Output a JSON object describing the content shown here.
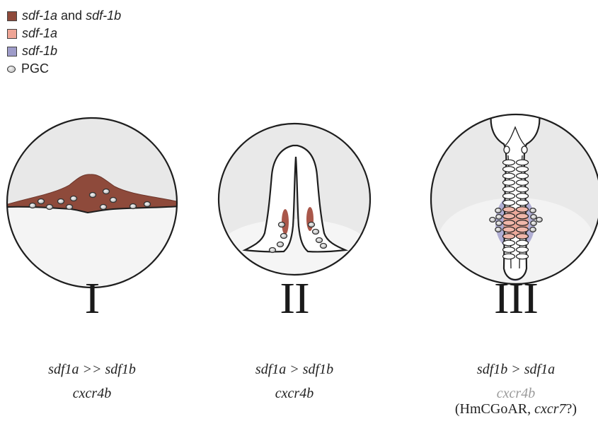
{
  "legend": {
    "items": [
      {
        "type": "swatch",
        "color": "#8e4a3b",
        "parts": [
          {
            "t": "sdf-1a",
            "i": true
          },
          {
            "t": " and ",
            "i": false
          },
          {
            "t": "sdf-1b",
            "i": true
          }
        ]
      },
      {
        "type": "swatch",
        "color": "#efa596",
        "parts": [
          {
            "t": "sdf-1a",
            "i": true
          }
        ]
      },
      {
        "type": "swatch",
        "color": "#9e9cc9",
        "parts": [
          {
            "t": "sdf-1b",
            "i": true
          }
        ]
      },
      {
        "type": "dot",
        "parts": [
          {
            "t": "PGC",
            "i": false
          }
        ]
      }
    ]
  },
  "stages": [
    {
      "numeral": "I",
      "caption_line1": "sdf1a >> sdf1b",
      "caption_line2": "cxcr4b",
      "caption_line3": ""
    },
    {
      "numeral": "II",
      "caption_line1": "sdf1a > sdf1b",
      "caption_line2": "cxcr4b",
      "caption_line3": ""
    },
    {
      "numeral": "III",
      "caption_line1": "sdf1b > sdf1a",
      "caption_line2": "cxcr4b",
      "caption_line3_a": "(HmCGoAR, ",
      "caption_line3_b": "cxcr7",
      "caption_line3_c": "?)"
    }
  ],
  "colors": {
    "both": "#8e4a3b",
    "sdf1a": "#efa596",
    "sdf1b": "#9e9cc9",
    "embryo_fill": "#e6e6e6",
    "outline": "#1e1e1e",
    "faded_text": "#9a9a9a"
  }
}
